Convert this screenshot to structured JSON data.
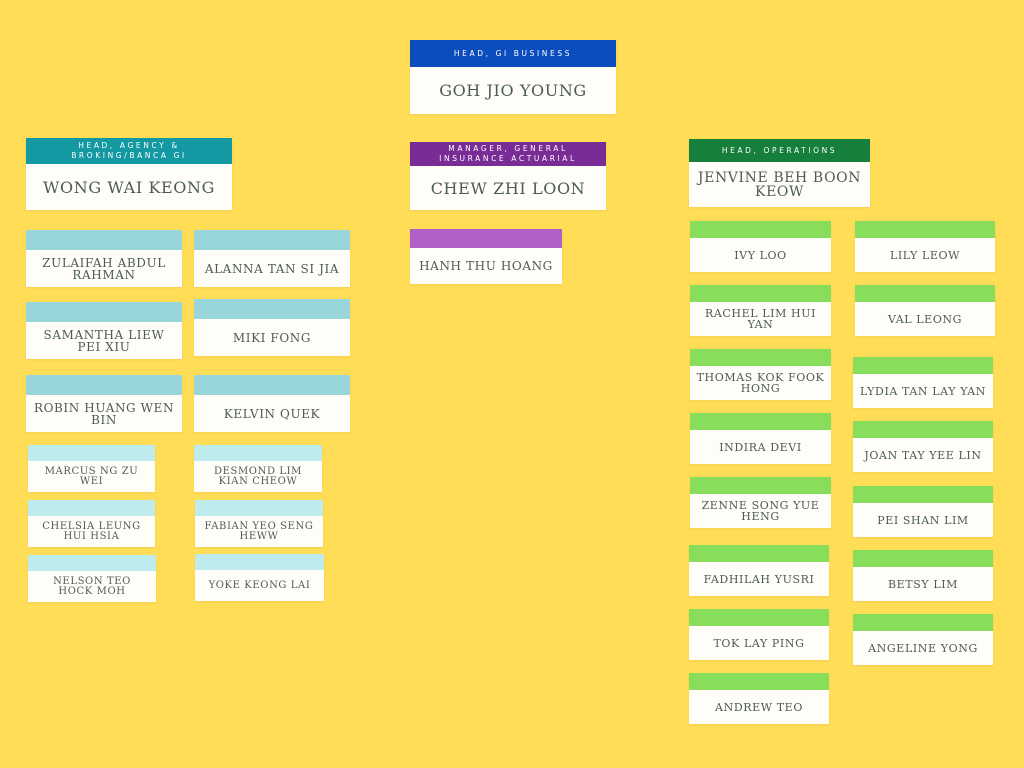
{
  "colors": {
    "background": "#FFDD57",
    "card": "#FFFDF8",
    "text": "#4C5C53",
    "head_band": "#0C4DBE",
    "agency_band": "#1499A3",
    "actuarial_band": "#7A2C96",
    "actuarial_member_band": "#B260C9",
    "operations_band": "#157F3B",
    "agency_member_band": "#99D6D9",
    "agency_member_band_light": "#BDEBEE",
    "operations_member_band": "#88DD5A"
  },
  "head": {
    "title": "HEAD, GI BUSINESS",
    "name": "GOH JIO YOUNG"
  },
  "agency": {
    "title": "HEAD, AGENCY & BROKING/BANCA GI",
    "name": "WONG WAI KEONG",
    "members": [
      "ZULAIFAH ABDUL RAHMAN",
      "ALANNA TAN SI JIA",
      "SAMANTHA LIEW PEI XIU",
      "MIKI FONG",
      "ROBIN HUANG WEN BIN",
      "KELVIN QUEK",
      "MARCUS NG ZU WEI",
      "DESMOND LIM KIAN CHEOW",
      "CHELSIA LEUNG HUI HSIA",
      "FABIAN YEO SENG HEWW",
      "NELSON TEO HOCK MOH",
      "YOKE KEONG LAI"
    ]
  },
  "actuarial": {
    "title": "MANAGER, GENERAL INSURANCE ACTUARIAL",
    "name": "CHEW ZHI LOON",
    "members": [
      "HANH THU HOANG"
    ]
  },
  "operations": {
    "title": "HEAD, OPERATIONS",
    "name": "JENVINE BEH BOON KEOW",
    "members": [
      "IVY LOO",
      "LILY LEOW",
      "RACHEL LIM HUI YAN",
      "VAL LEONG",
      "THOMAS KOK FOOK HONG",
      "LYDIA TAN LAY YAN",
      "INDIRA DEVI",
      "JOAN TAY YEE LIN",
      "ZENNE SONG YUE HENG",
      "PEI SHAN LIM",
      "FADHILAH YUSRI",
      "BETSY LIM",
      "TOK LAY PING",
      "ANGELINE YONG",
      "ANDREW TEO"
    ]
  }
}
